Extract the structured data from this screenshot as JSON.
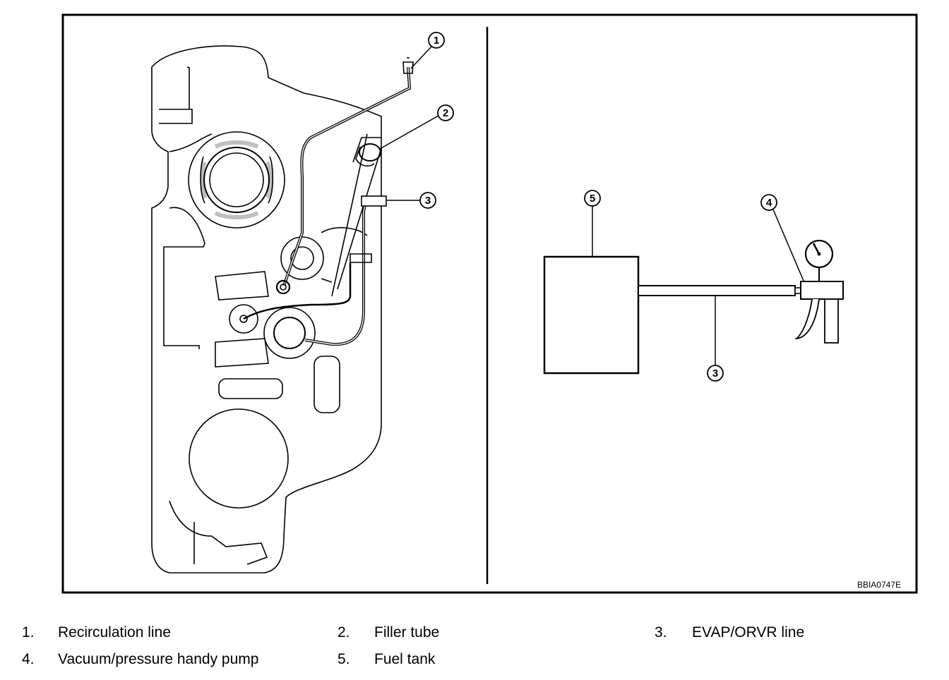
{
  "figure_code": "BBIA0747E",
  "callouts": {
    "left": [
      "1",
      "2",
      "3"
    ],
    "right": [
      "5",
      "4",
      "3"
    ]
  },
  "legend": [
    {
      "number": "1.",
      "label": "Recirculation line"
    },
    {
      "number": "2.",
      "label": "Filler tube"
    },
    {
      "number": "3.",
      "label": "EVAP/ORVR line"
    },
    {
      "number": "4.",
      "label": "Vacuum/pressure handy pump"
    },
    {
      "number": "5.",
      "label": "Fuel tank"
    }
  ]
}
